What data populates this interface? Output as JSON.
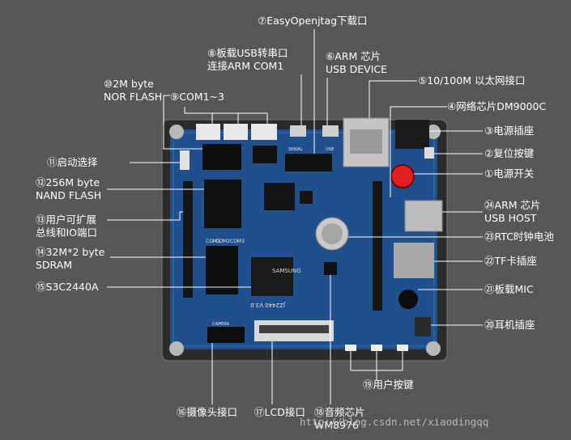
{
  "colors": {
    "background": "#575757",
    "pcb": "#1f4f8c",
    "pcb_dark": "#163a68",
    "label": "#ffffff",
    "line": "#ffffff"
  },
  "labels": {
    "l7": {
      "num": "⑦",
      "text": "EasyOpenjtag下载口"
    },
    "l8": {
      "num": "⑧",
      "text": "板载USB转串口",
      "sub": "连接ARM  COM1"
    },
    "l6": {
      "num": "⑥",
      "text": "ARM 芯片",
      "sub": "USB DEVICE"
    },
    "l5": {
      "num": "⑤",
      "text": "10/100M 以太网接口"
    },
    "l10": {
      "num": "⑩",
      "text": "2M byte",
      "sub": "NOR FLASH"
    },
    "l9": {
      "num": "⑨",
      "text": "COM1~3"
    },
    "l4": {
      "num": "④",
      "text": "网络芯片DM9000C"
    },
    "l3": {
      "num": "③",
      "text": "电源插座"
    },
    "l2": {
      "num": "②",
      "text": "复位按键"
    },
    "l1": {
      "num": "①",
      "text": "电源开关"
    },
    "l11": {
      "num": "⑪",
      "text": "启动选择"
    },
    "l12": {
      "num": "⑫",
      "text": "256M byte",
      "sub": "NAND FLASH"
    },
    "l24": {
      "num": "㉔",
      "text": "ARM 芯片",
      "sub": "USB HOST"
    },
    "l13": {
      "num": "⑬",
      "text": "用户可扩展",
      "sub": "总线和IO端口"
    },
    "l23": {
      "num": "㉓",
      "text": "RTC时钟电池"
    },
    "l14": {
      "num": "⑭",
      "text": "32M*2 byte",
      "sub": "SDRAM"
    },
    "l22": {
      "num": "㉒",
      "text": "TF卡插座"
    },
    "l15": {
      "num": "⑮",
      "text": "S3C2440A"
    },
    "l21": {
      "num": "㉑",
      "text": "板载MIC"
    },
    "l20": {
      "num": "⑳",
      "text": "耳机插座"
    },
    "l19": {
      "num": "⑲",
      "text": "用户按键"
    },
    "l16": {
      "num": "⑯",
      "text": "摄像头接口"
    },
    "l17": {
      "num": "⑰",
      "text": "LCD接口"
    },
    "l18": {
      "num": "⑱",
      "text": "音频芯片",
      "sub": "WM8976"
    }
  },
  "board_text": {
    "chip": "SAMSUNG",
    "model": "JZ2440 V3.0",
    "com1": "COM1",
    "com2": "COM2",
    "com3": "COM3",
    "camera": "CAMERA",
    "serial": "SERIAL",
    "usb": "USB"
  },
  "watermark": "http://blog.csdn.net/xiaodingqq"
}
